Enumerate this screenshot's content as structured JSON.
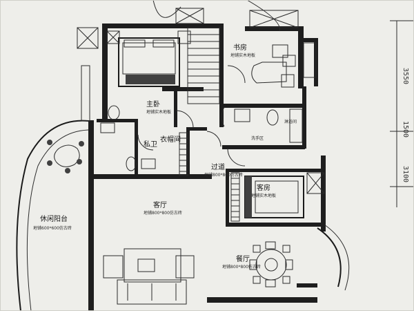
{
  "rooms": {
    "master_bedroom": "主卧",
    "study": "书房",
    "walk_in_closet": "衣帽间",
    "private_bath": "私卫",
    "guest_bedroom": "客房",
    "hallway": "过道",
    "living_room": "客厅",
    "dining_room": "餐厅",
    "leisure_balcony": "休闲阳台",
    "shower_room": "淋浴间",
    "wash_area": "洗手区"
  },
  "floor_notes": {
    "wood_floor": "地铺实木地板",
    "tile_floor": "地铺800*800仿古砖",
    "balcony_tile": "地铺600*600仿古砖"
  },
  "dimensions": [
    "3550",
    "1500",
    "3100"
  ],
  "colors": {
    "paper": "#eeeeea",
    "wall": "#1e1e1e",
    "background": "#dcdcd6"
  }
}
